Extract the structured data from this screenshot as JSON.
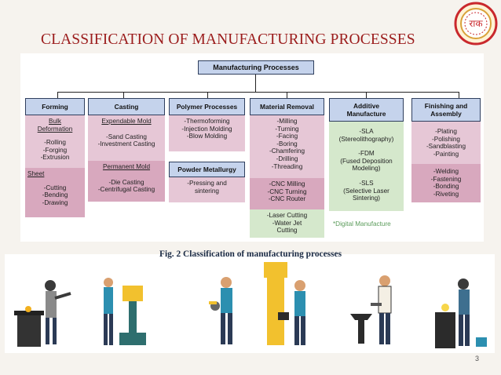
{
  "slide": {
    "title": "CLASSIFICATION OF MANUFACTURING PROCESSES",
    "caption": "Fig. 2 Classification of  manufacturing processes",
    "page_number": "3",
    "logo_text": "राक"
  },
  "diagram": {
    "root": "Manufacturing Processes",
    "categories": {
      "forming": {
        "header": "Forming",
        "bulk_title": "Bulk Deformation",
        "bulk_items": [
          "-Rolling",
          "-Forging",
          "-Extrusion"
        ],
        "sheet_title": "Sheet",
        "sheet_items": [
          "-Cutting",
          "-Bending",
          "-Drawing"
        ]
      },
      "casting": {
        "header": "Casting",
        "expendable_title": "Expendable Mold",
        "expendable_items": [
          "-Sand Casting",
          "-Investment Casting"
        ],
        "permanent_title": "Permanent Mold",
        "permanent_items": [
          "-Die Casting",
          "-Centrifugal Casting"
        ]
      },
      "polymer": {
        "header": "Polymer Processes",
        "items": [
          "-Thermoforming",
          "-Injection Molding",
          "-Blow Molding"
        ],
        "metallurgy_header": "Powder Metallurgy",
        "metallurgy_items": [
          "-Pressing and",
          "sintering"
        ]
      },
      "removal": {
        "header": "Material Removal",
        "items": [
          "-Milling",
          "-Turning",
          "-Facing",
          "-Boring",
          "-Chamfering",
          "-Drilling",
          "-Threading"
        ],
        "cnc_items": [
          "-CNC Milling",
          "-CNC Turning",
          "-CNC Router"
        ],
        "extra_items": [
          "-Laser Cutting",
          "-Water Jet",
          "Cutting"
        ]
      },
      "additive": {
        "header_line1": "Additive",
        "header_line2": "Manufacture",
        "items": [
          "-SLA",
          "(Stereolithography)",
          "",
          "-FDM",
          "(Fused Deposition",
          "Modeling)",
          "",
          "-SLS",
          "(Selective Laser",
          "Sintering)"
        ],
        "note": "*Digital Manufacture"
      },
      "finishing": {
        "header_line1": "Finishing and",
        "header_line2": "Assembly",
        "items": [
          "-Plating",
          "-Polishing",
          "-Sandblasting",
          "-Painting"
        ],
        "joining_items": [
          "-Welding",
          "-Fastening",
          "-Bonding",
          "-Riveting"
        ]
      }
    }
  },
  "colors": {
    "title": "#9b1c1c",
    "header_fill": "#c5d3ec",
    "pink": "#e6c7d6",
    "pink_dark": "#d8a8be",
    "green": "#d5e8cc"
  },
  "illustrations": [
    "welder-icon",
    "drill-press-operator-icon",
    "grinding-worker-icon",
    "milling-machine-operator-icon",
    "blacksmith-anvil-icon",
    "welding-station-icon"
  ]
}
